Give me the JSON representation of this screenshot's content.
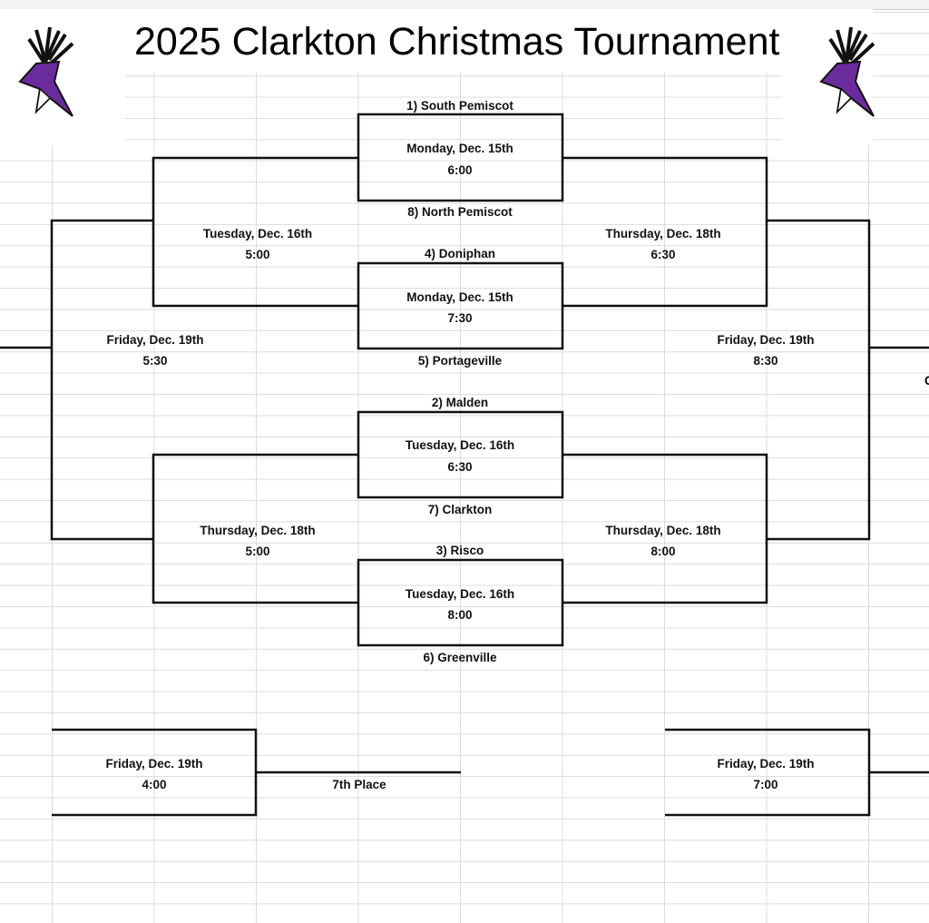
{
  "title": "2025 Clarkton Christmas Tournament",
  "logo": {
    "icon": "purple-stag-head-logo",
    "color": "#6a2c9c"
  },
  "teams": {
    "s1": "1) South Pemiscot",
    "s8": "8) North Pemiscot",
    "s4": "4) Doniphan",
    "s5": "5) Portageville",
    "s2": "2) Malden",
    "s7": "7) Clarkton",
    "s3": "3) Risco",
    "s6": "6) Greenville"
  },
  "games": {
    "qf1": {
      "day": "Monday, Dec. 15th",
      "time": "6:00"
    },
    "qf2": {
      "day": "Monday, Dec. 15th",
      "time": "7:30"
    },
    "qf3": {
      "day": "Tuesday, Dec. 16th",
      "time": "6:30"
    },
    "qf4": {
      "day": "Tuesday, Dec. 16th",
      "time": "8:00"
    },
    "cons_sf1": {
      "day": "Tuesday, Dec. 16th",
      "time": "5:00"
    },
    "cons_sf2": {
      "day": "Thursday, Dec. 18th",
      "time": "5:00"
    },
    "sf1": {
      "day": "Thursday, Dec. 18th",
      "time": "6:30"
    },
    "sf2": {
      "day": "Thursday, Dec. 18th",
      "time": "8:00"
    },
    "cons_final": {
      "day": "Friday, Dec. 19th",
      "time": "5:30"
    },
    "final": {
      "day": "Friday, Dec. 19th",
      "time": "8:30"
    },
    "seventh": {
      "day": "Friday, Dec. 19th",
      "time": "4:00",
      "label": "7th Place"
    },
    "third": {
      "day": "Friday, Dec. 19th",
      "time": "7:00"
    }
  },
  "clipped_text": "C"
}
